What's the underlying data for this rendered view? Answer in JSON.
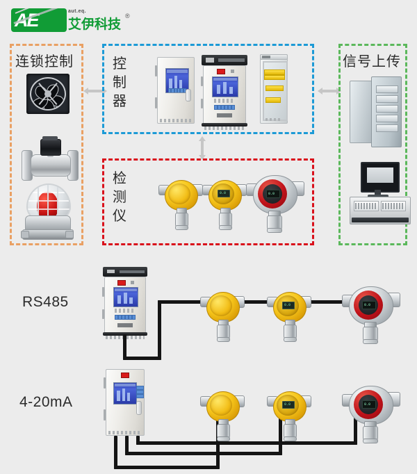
{
  "brand": {
    "mark_text": "AE",
    "tagline": "aut.eq.",
    "name_cn": "艾伊科技",
    "registered": "®",
    "green": "#119c36"
  },
  "diagram": {
    "groups": [
      {
        "id": "interlock-control",
        "label": "连锁控制",
        "label_orientation": "horizontal",
        "border_color": "#e9a063",
        "items": [
          "exhaust-fan",
          "solenoid-valve",
          "alarm-beacon"
        ]
      },
      {
        "id": "controller",
        "label": "控制器",
        "label_orientation": "vertical",
        "border_color": "#1c9ad6",
        "items": [
          "wall-control-cabinet",
          "panel-controller",
          "rack-cabinet"
        ]
      },
      {
        "id": "detector",
        "label": "检测仪",
        "label_orientation": "vertical",
        "border_color": "#d9101b",
        "items": [
          "yellow-detector-plain",
          "yellow-detector-display",
          "red-detector-display"
        ]
      },
      {
        "id": "signal-upload",
        "label": "信号上传",
        "label_orientation": "horizontal",
        "border_color": "#5bb85b",
        "items": [
          "server-cabinet",
          "industrial-pc"
        ]
      }
    ],
    "connectors": [
      {
        "id": "interlock-to-controller",
        "direction": "bidirectional",
        "axis": "horizontal",
        "color": "#c6c6c6"
      },
      {
        "id": "controller-to-detector",
        "direction": "bidirectional",
        "axis": "vertical",
        "color": "#c6c6c6"
      },
      {
        "id": "controller-to-upload",
        "direction": "bidirectional",
        "axis": "horizontal",
        "color": "#c6c6c6"
      }
    ]
  },
  "wiring": {
    "rows": [
      {
        "id": "rs485-row",
        "label": "RS485",
        "topology": "daisy-chain-bus",
        "controller": "panel-controller",
        "detectors": [
          "yellow-detector-plain",
          "yellow-detector-display",
          "red-detector-display"
        ],
        "wire_color": "#141414"
      },
      {
        "id": "4-20ma-row",
        "label": "4-20mA",
        "topology": "home-run-star",
        "controller": "wall-control-cabinet",
        "detectors": [
          "yellow-detector-plain",
          "yellow-detector-display",
          "red-detector-display"
        ],
        "wire_color": "#141414"
      }
    ]
  },
  "background": "#ececec"
}
